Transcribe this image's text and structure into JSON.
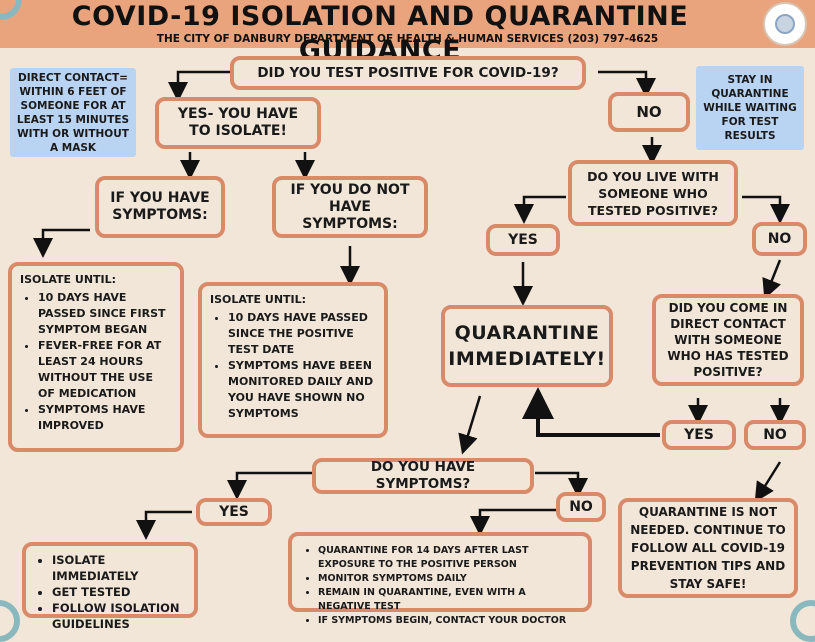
{
  "header": {
    "title": "COVID-19 ISOLATION AND QUARANTINE GUIDANCE",
    "subtitle": "THE CITY OF DANBURY DEPARTMENT OF HEALTH & HUMAN SERVICES (203) 797-4625"
  },
  "notes": {
    "direct_contact": "DIRECT CONTACT= WITHIN 6 FEET OF SOMEONE FOR AT LEAST 15 MINUTES WITH OR WITHOUT A MASK",
    "waiting": "STAY IN QUARANTINE WHILE WAITING FOR TEST RESULTS"
  },
  "nodes": {
    "tested_positive": "DID YOU TEST POSITIVE FOR COVID-19?",
    "yes_isolate": "YES- YOU HAVE TO ISOLATE!",
    "no_top": "NO",
    "have_symptoms": "IF YOU HAVE SYMPTOMS:",
    "no_symptoms": "IF YOU DO NOT HAVE SYMPTOMS:",
    "live_with": "DO YOU LIVE WITH SOMEONE WHO TESTED POSITIVE?",
    "live_yes": "YES",
    "live_no": "NO",
    "quarantine_now": "QUARANTINE IMMEDIATELY!",
    "direct_contact_q": "DID YOU COME IN DIRECT CONTACT WITH SOMEONE WHO HAS TESTED POSITIVE?",
    "contact_yes": "YES",
    "contact_no": "NO",
    "do_you_have_symptoms": "DO YOU HAVE SYMPTOMS?",
    "symptoms_yes": "YES",
    "symptoms_no": "NO",
    "not_needed": "QUARANTINE IS NOT NEEDED. CONTINUE TO FOLLOW ALL COVID-19 PREVENTION TIPS AND STAY SAFE!"
  },
  "isolate_symptoms": {
    "heading": "ISOLATE UNTIL:",
    "items": [
      "10 DAYS HAVE PASSED SINCE FIRST SYMPTOM BEGAN",
      "FEVER-FREE FOR AT LEAST 24 HOURS WITHOUT THE USE OF MEDICATION",
      "SYMPTOMS HAVE IMPROVED"
    ]
  },
  "isolate_no_symptoms": {
    "heading": "ISOLATE UNTIL:",
    "items": [
      "10 DAYS HAVE PASSED SINCE THE POSITIVE TEST DATE",
      "SYMPTOMS HAVE BEEN MONITORED DAILY AND YOU HAVE SHOWN NO SYMPTOMS"
    ]
  },
  "symptoms_yes_actions": {
    "items": [
      "ISOLATE IMMEDIATELY",
      "GET TESTED",
      "FOLLOW ISOLATION GUIDELINES"
    ]
  },
  "symptoms_no_actions": {
    "items": [
      "QUARANTINE FOR 14 DAYS AFTER LAST EXPOSURE TO THE POSITIVE PERSON",
      "MONITOR SYMPTOMS DAILY",
      "REMAIN IN QUARANTINE, EVEN WITH A NEGATIVE TEST",
      "IF SYMPTOMS BEGIN, CONTACT YOUR DOCTOR"
    ]
  }
}
